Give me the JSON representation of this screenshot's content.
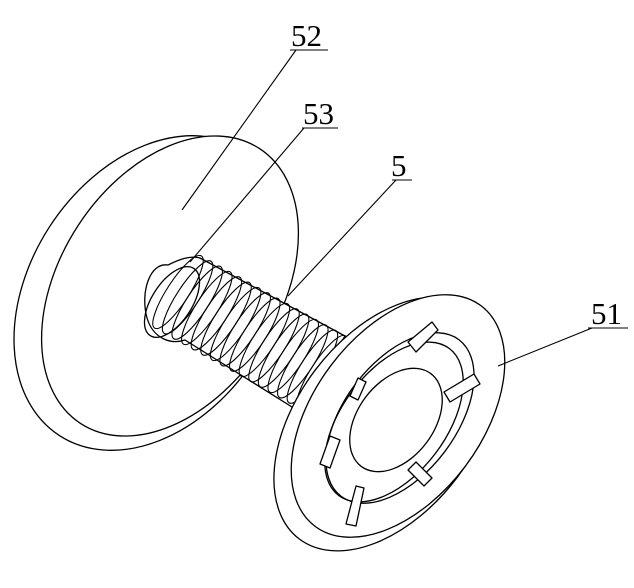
{
  "figure": {
    "labels": {
      "part_52": "52",
      "part_53": "53",
      "part_5": "5",
      "part_51": "51"
    }
  }
}
